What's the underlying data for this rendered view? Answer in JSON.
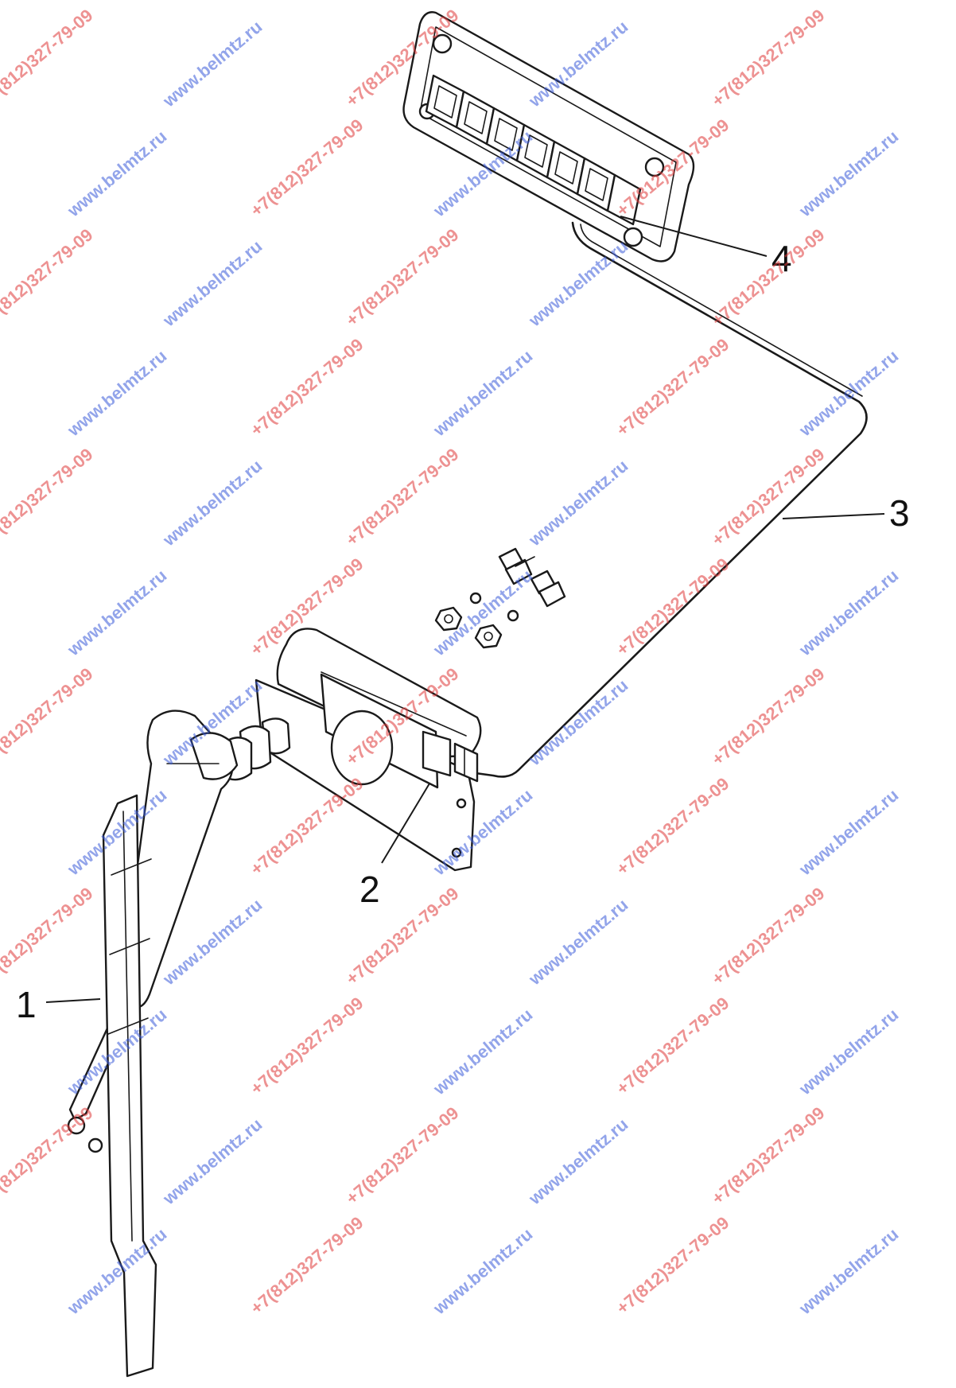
{
  "callouts": {
    "c1": "1",
    "c2": "2",
    "c3": "3",
    "c4": "4"
  },
  "watermarks": {
    "site": "www.belmtz.ru",
    "phone": "+7(812)327-79-09",
    "site_color": "#3a5bd9",
    "phone_color": "#e03a3a"
  },
  "colors": {
    "line": "#1a1a1a",
    "background": "#ffffff"
  }
}
